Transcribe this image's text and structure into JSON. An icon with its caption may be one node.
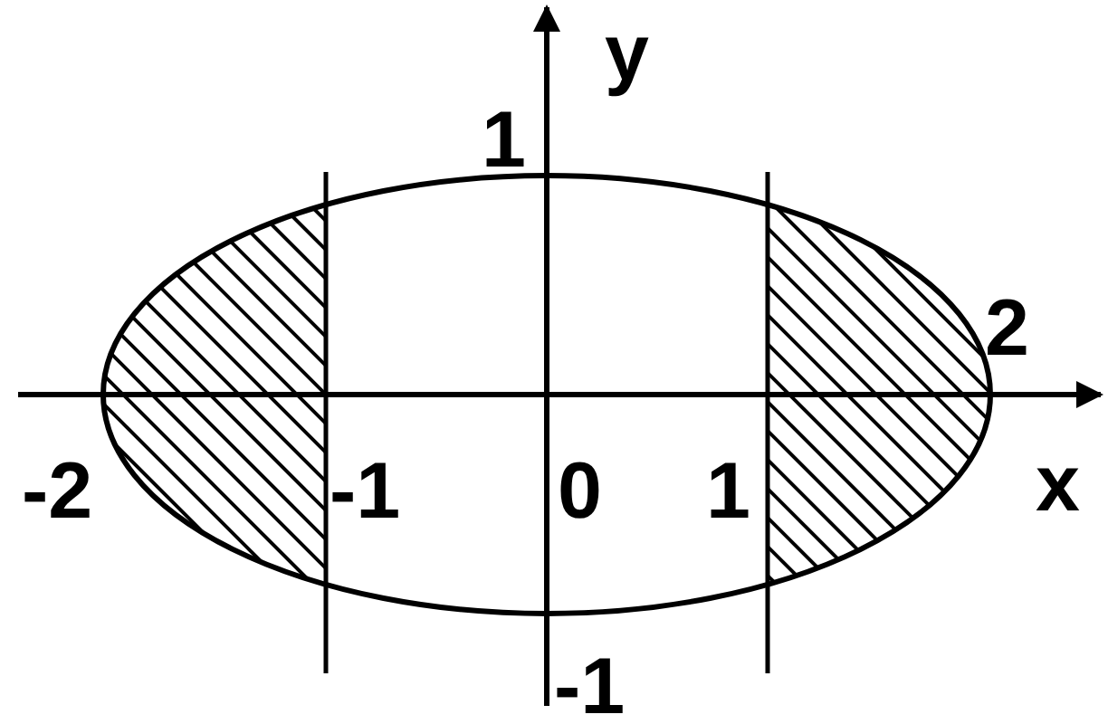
{
  "diagram": {
    "labels": [
      "y",
      "1",
      "2",
      "-2",
      "-1",
      "0",
      "1",
      "x",
      "-1"
    ]
  }
}
